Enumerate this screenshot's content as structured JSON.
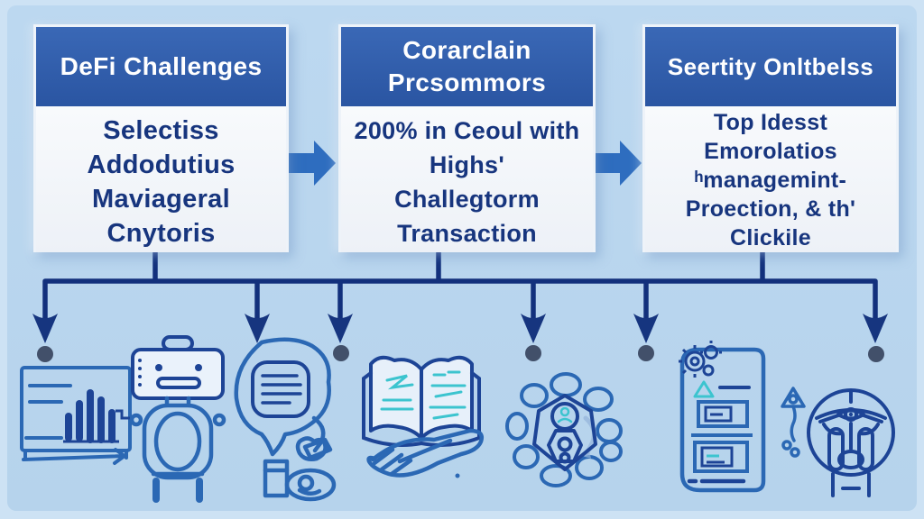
{
  "boxes": [
    {
      "id": "defi-challenges",
      "header_lines": [
        "DeFi Challenges"
      ],
      "body_lines": [
        "Selectiss",
        "Addodutius",
        "Maviageral",
        "Cnytoris"
      ]
    },
    {
      "id": "corarclain-prcsommors",
      "header_lines": [
        "Corarclain",
        "Prcsommors"
      ],
      "body_lines": [
        "200% in Ceoul with",
        "Highs'",
        "Challegtorm",
        "Transaction"
      ]
    },
    {
      "id": "seertity-onltbelss",
      "header_lines": [
        "Seertity Onltbelss"
      ],
      "body_lines": [
        "Top Idesst",
        "Emorolatios",
        "ʰmanagemint-",
        "Proection, & th'",
        "Clickile"
      ]
    }
  ],
  "icons": [
    "bar-chart-presentation",
    "robot",
    "speech-bubble-notes",
    "open-book-on-hand",
    "privacy-blob-lock",
    "document-settings",
    "key",
    "face-scan"
  ],
  "colors": {
    "background": "#b9d6ee",
    "frame": "#cde2f4",
    "header_blue": "#2e5aa7",
    "box_body": "#f4f7fa",
    "body_text": "#17357e",
    "header_text": "#ffffff",
    "flow_arrow": "#2e6dbf",
    "connector_navy": "#12307c",
    "dot_gray": "#42506a",
    "icon_blue": "#2b68b4",
    "icon_navy": "#1d4496",
    "icon_teal": "#3cc4cf"
  }
}
